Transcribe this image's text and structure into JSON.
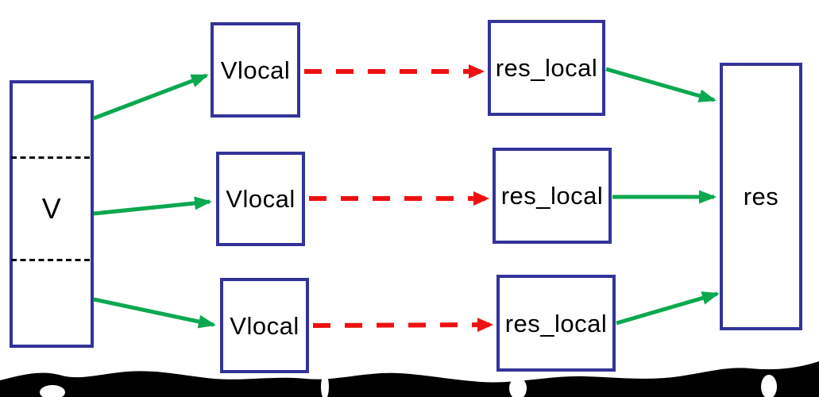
{
  "colors": {
    "background": "#ffffff",
    "box_border": "#333399",
    "green_arrow": "#0aa84f",
    "red_arrow": "#ee1111",
    "label_text": "#000000",
    "divider": "#000000",
    "torn_edge": "#000000"
  },
  "nodes": {
    "v": {
      "label": "V",
      "segments": 3
    },
    "vlocal_rows": [
      {
        "label": "Vlocal"
      },
      {
        "label": "Vlocal"
      },
      {
        "label": "Vlocal"
      }
    ],
    "res_local_rows": [
      {
        "label": "res_local"
      },
      {
        "label": "res_local"
      },
      {
        "label": "res_local"
      }
    ],
    "res": {
      "label": "res"
    }
  },
  "edges": [
    {
      "from": "V",
      "to": "Vlocal row 1",
      "style": "solid green arrow"
    },
    {
      "from": "V",
      "to": "Vlocal row 2",
      "style": "solid green arrow"
    },
    {
      "from": "V",
      "to": "Vlocal row 3",
      "style": "solid green arrow"
    },
    {
      "from": "Vlocal row 1",
      "to": "res_local row 1",
      "style": "dashed red arrow"
    },
    {
      "from": "Vlocal row 2",
      "to": "res_local row 2",
      "style": "dashed red arrow"
    },
    {
      "from": "Vlocal row 3",
      "to": "res_local row 3",
      "style": "dashed red arrow"
    },
    {
      "from": "res_local row 1",
      "to": "res",
      "style": "solid green arrow"
    },
    {
      "from": "res_local row 2",
      "to": "res",
      "style": "solid green arrow"
    },
    {
      "from": "res_local row 3",
      "to": "res",
      "style": "solid green arrow"
    }
  ]
}
